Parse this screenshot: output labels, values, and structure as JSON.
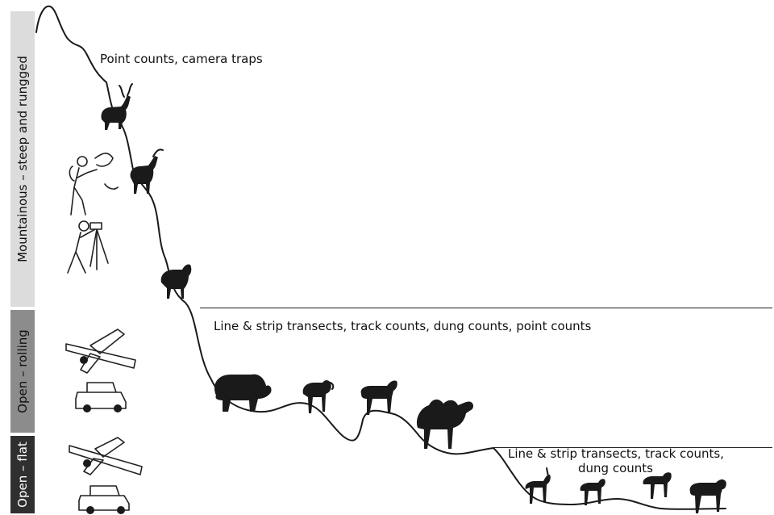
{
  "terrain_bands": [
    {
      "label": "Mountainous – steep and rungged",
      "color": "#dcdcdc"
    },
    {
      "label": "Open – rolling",
      "color": "#8c8c8c"
    },
    {
      "label": "Open – flat",
      "color": "#2f2f2f"
    }
  ],
  "captions": {
    "mountain": "Point counts, camera  traps",
    "rolling": "Line & strip transects, track counts, dung counts, point counts",
    "flat_line1": "Line & strip transects, track counts,",
    "flat_line2": "dung counts"
  },
  "icons": [
    "hiker-icon",
    "surveyor-tripod-icon",
    "airplane-icon",
    "jeep-icon",
    "markhor-icon",
    "ibex-icon",
    "wild-sheep-icon",
    "yak-icon",
    "argali-icon",
    "wild-ass-icon",
    "camel-icon",
    "gazelle-icon",
    "antelope-icon",
    "kiang-icon"
  ]
}
